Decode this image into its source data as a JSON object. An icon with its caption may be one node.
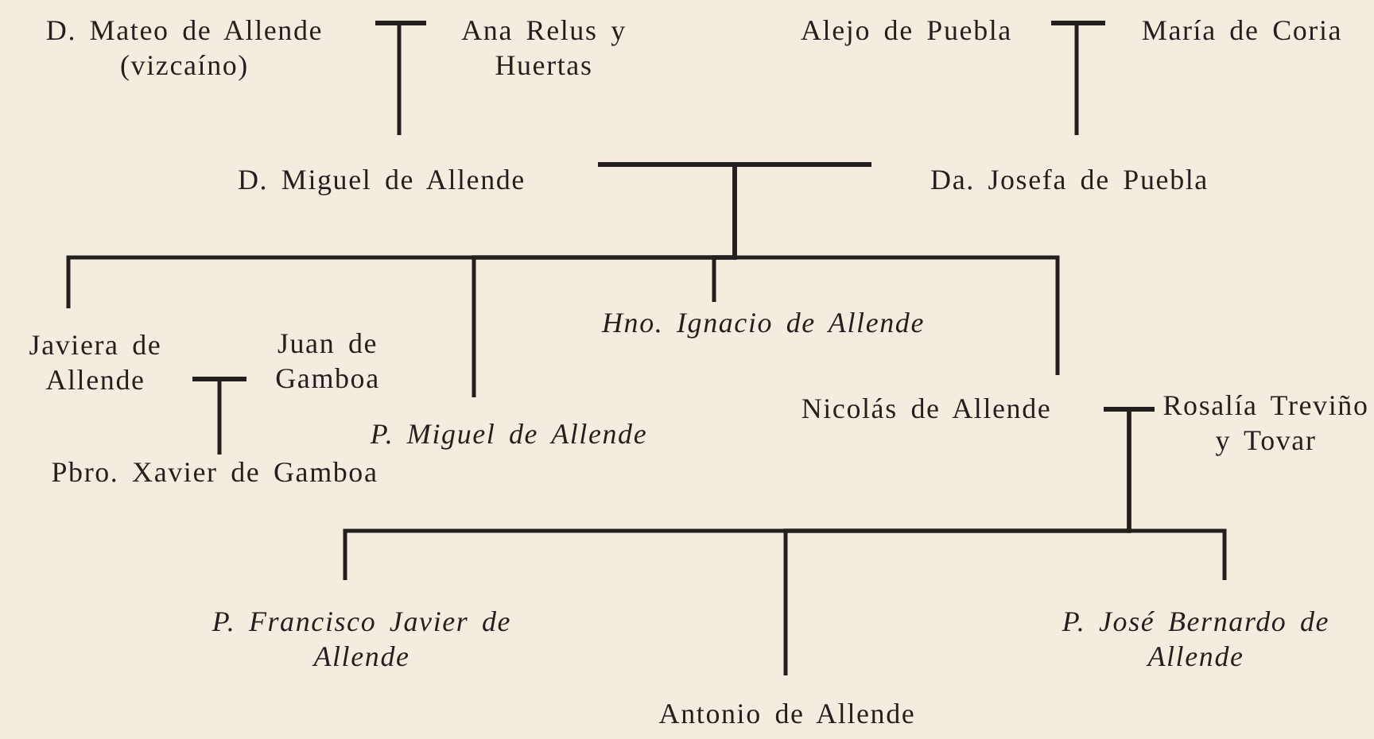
{
  "diagram": {
    "nodes": [
      {
        "text": [
          "D. Mateo de Allende (vizcaíno)"
        ]
      },
      {
        "text": [
          "Ana Relus y Huertas"
        ]
      },
      {
        "text": [],
        "shape": "bar"
      },
      {
        "text": [
          "Alejo de Puebla"
        ]
      },
      {
        "text": [
          "María de Coria"
        ]
      },
      {
        "text": [],
        "shape": "bar"
      },
      {
        "text": [
          "D. Miguel de Allende"
        ]
      },
      {
        "text": [
          "Da. Josefa de Puebla"
        ]
      },
      {
        "text": [],
        "shape": "bar"
      },
      {
        "text": [
          "Javiera de Allende"
        ]
      },
      {
        "text": [
          "Juan de Gamboa"
        ]
      },
      {
        "text": [],
        "shape": "bar"
      },
      {
        "text": [
          "P. Miguel de Allende"
        ]
      },
      {
        "text": [
          "Hno. Ignacio de Allende"
        ]
      },
      {
        "text": [
          "Nicolás de Allende"
        ]
      },
      {
        "text": [
          "Rosalía Treviño y Tovar"
        ]
      },
      {
        "text": [],
        "shape": "bar"
      },
      {
        "text": [
          "Pbro. Xavier de Gamboa"
        ]
      },
      {
        "text": [
          "P. Francisco Javier de Allende"
        ]
      },
      {
        "text": [
          "Antonio de Allende"
        ]
      },
      {
        "text": [
          "P. José Bernardo de Allende"
        ]
      }
    ],
    "edges": [
      {
        "from": 2,
        "to": 6,
        "arrow": "none"
      },
      {
        "from": 5,
        "to": 7,
        "arrow": "none"
      },
      {
        "from": 8,
        "to": 9,
        "arrow": "none"
      },
      {
        "from": 8,
        "to": 12,
        "arrow": "none"
      },
      {
        "from": 8,
        "to": 13,
        "arrow": "none"
      },
      {
        "from": 8,
        "to": 14,
        "arrow": "none"
      },
      {
        "from": 11,
        "to": 17,
        "arrow": "none"
      },
      {
        "from": 16,
        "to": 18,
        "arrow": "none"
      },
      {
        "from": 16,
        "to": 19,
        "arrow": "none"
      },
      {
        "from": 16,
        "to": 20,
        "arrow": "none"
      }
    ]
  }
}
